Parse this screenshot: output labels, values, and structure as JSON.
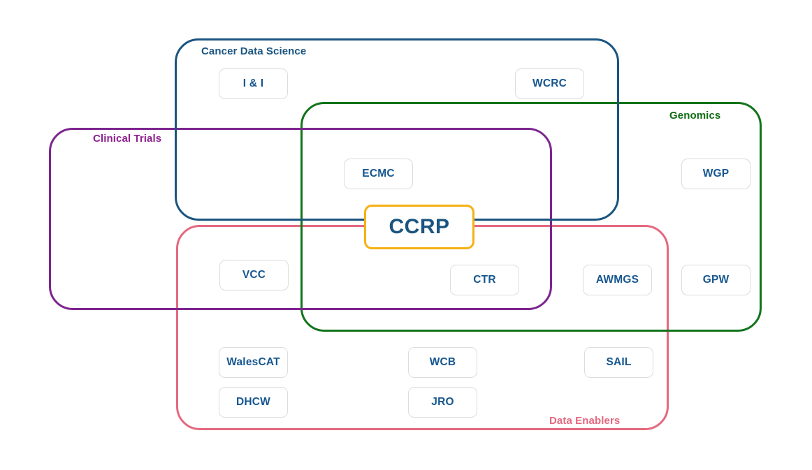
{
  "diagram": {
    "title": "CCRP ecosystem Venn-style overlap diagram",
    "center_node": {
      "label": "CCRP",
      "border_color": "#f6b013",
      "text_color": "#1a5480"
    },
    "domains": [
      {
        "id": "cancer-data-science",
        "label": "Cancer Data Science",
        "color": "#1a5480"
      },
      {
        "id": "clinical-trials",
        "label": "Clinical Trials",
        "color": "#8e1f8e"
      },
      {
        "id": "genomics",
        "label": "Genomics",
        "color": "#0d6b12"
      },
      {
        "id": "data-enablers",
        "label": "Data Enablers",
        "color": "#e4697f"
      }
    ],
    "nodes": [
      {
        "id": "i-and-i",
        "label": "I & I"
      },
      {
        "id": "wcrc",
        "label": "WCRC"
      },
      {
        "id": "ecmc",
        "label": "ECMC"
      },
      {
        "id": "wgp",
        "label": "WGP"
      },
      {
        "id": "vcc",
        "label": "VCC"
      },
      {
        "id": "ctr",
        "label": "CTR"
      },
      {
        "id": "awmgs",
        "label": "AWMGS"
      },
      {
        "id": "gpw",
        "label": "GPW"
      },
      {
        "id": "walescat",
        "label": "WalesCAT"
      },
      {
        "id": "wcb",
        "label": "WCB"
      },
      {
        "id": "sail",
        "label": "SAIL"
      },
      {
        "id": "dhcw",
        "label": "DHCW"
      },
      {
        "id": "jro",
        "label": "JRO"
      }
    ]
  }
}
